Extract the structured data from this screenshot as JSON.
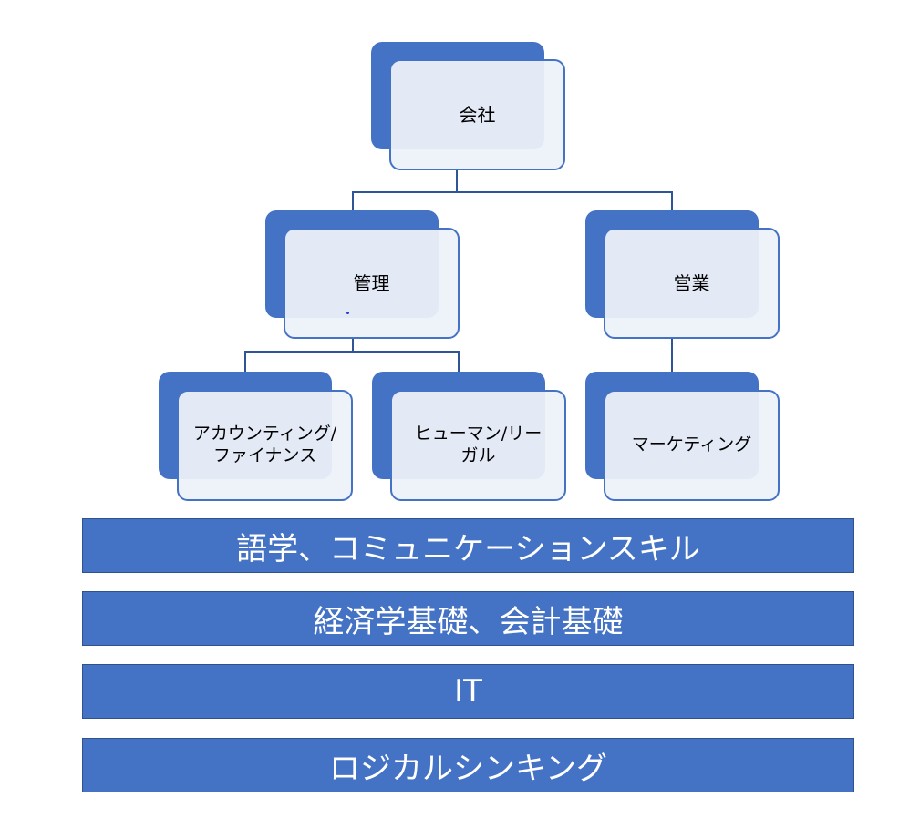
{
  "org_chart": {
    "root": {
      "label": "会社"
    },
    "departments": [
      {
        "label": "管理",
        "children": [
          {
            "label": "アカウンティング/ファイナンス"
          },
          {
            "label": "ヒューマン/リーガル"
          }
        ]
      },
      {
        "label": "営業",
        "children": [
          {
            "label": "マーケティング"
          }
        ]
      }
    ]
  },
  "foundation_bars": [
    {
      "label": "語学、コミュニケーションスキル"
    },
    {
      "label": "経済学基礎、会計基礎"
    },
    {
      "label": "IT"
    },
    {
      "label": "ロジカルシンキング"
    }
  ],
  "colors": {
    "shadow_block": "#4472c4",
    "card_fill": "#edf1f9",
    "card_border": "#4472c4",
    "connector": "#2f5597",
    "bar_fill": "#4472c4",
    "bar_text": "#ffffff"
  }
}
